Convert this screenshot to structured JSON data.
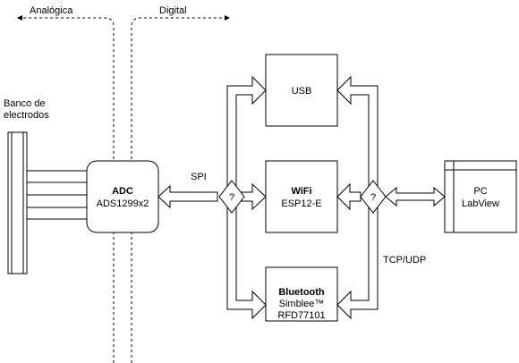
{
  "regions": {
    "analog": "Analógica",
    "digital": "Digital"
  },
  "electrodes": {
    "line1": "Banco de",
    "line2": "electrodos"
  },
  "adc": {
    "title": "ADC",
    "subtitle": "ADS1299x2"
  },
  "spi_label": "SPI",
  "tcp_label": "TCP/UDP",
  "decision_symbol": "?",
  "usb": {
    "title": "USB"
  },
  "wifi": {
    "title": "WiFi",
    "subtitle": "ESP12-E"
  },
  "bluetooth": {
    "title": "Bluetooth",
    "line2": "Simblee™",
    "line3": "RFD77101"
  },
  "pc": {
    "line1": "PC",
    "line2": "LabView"
  }
}
